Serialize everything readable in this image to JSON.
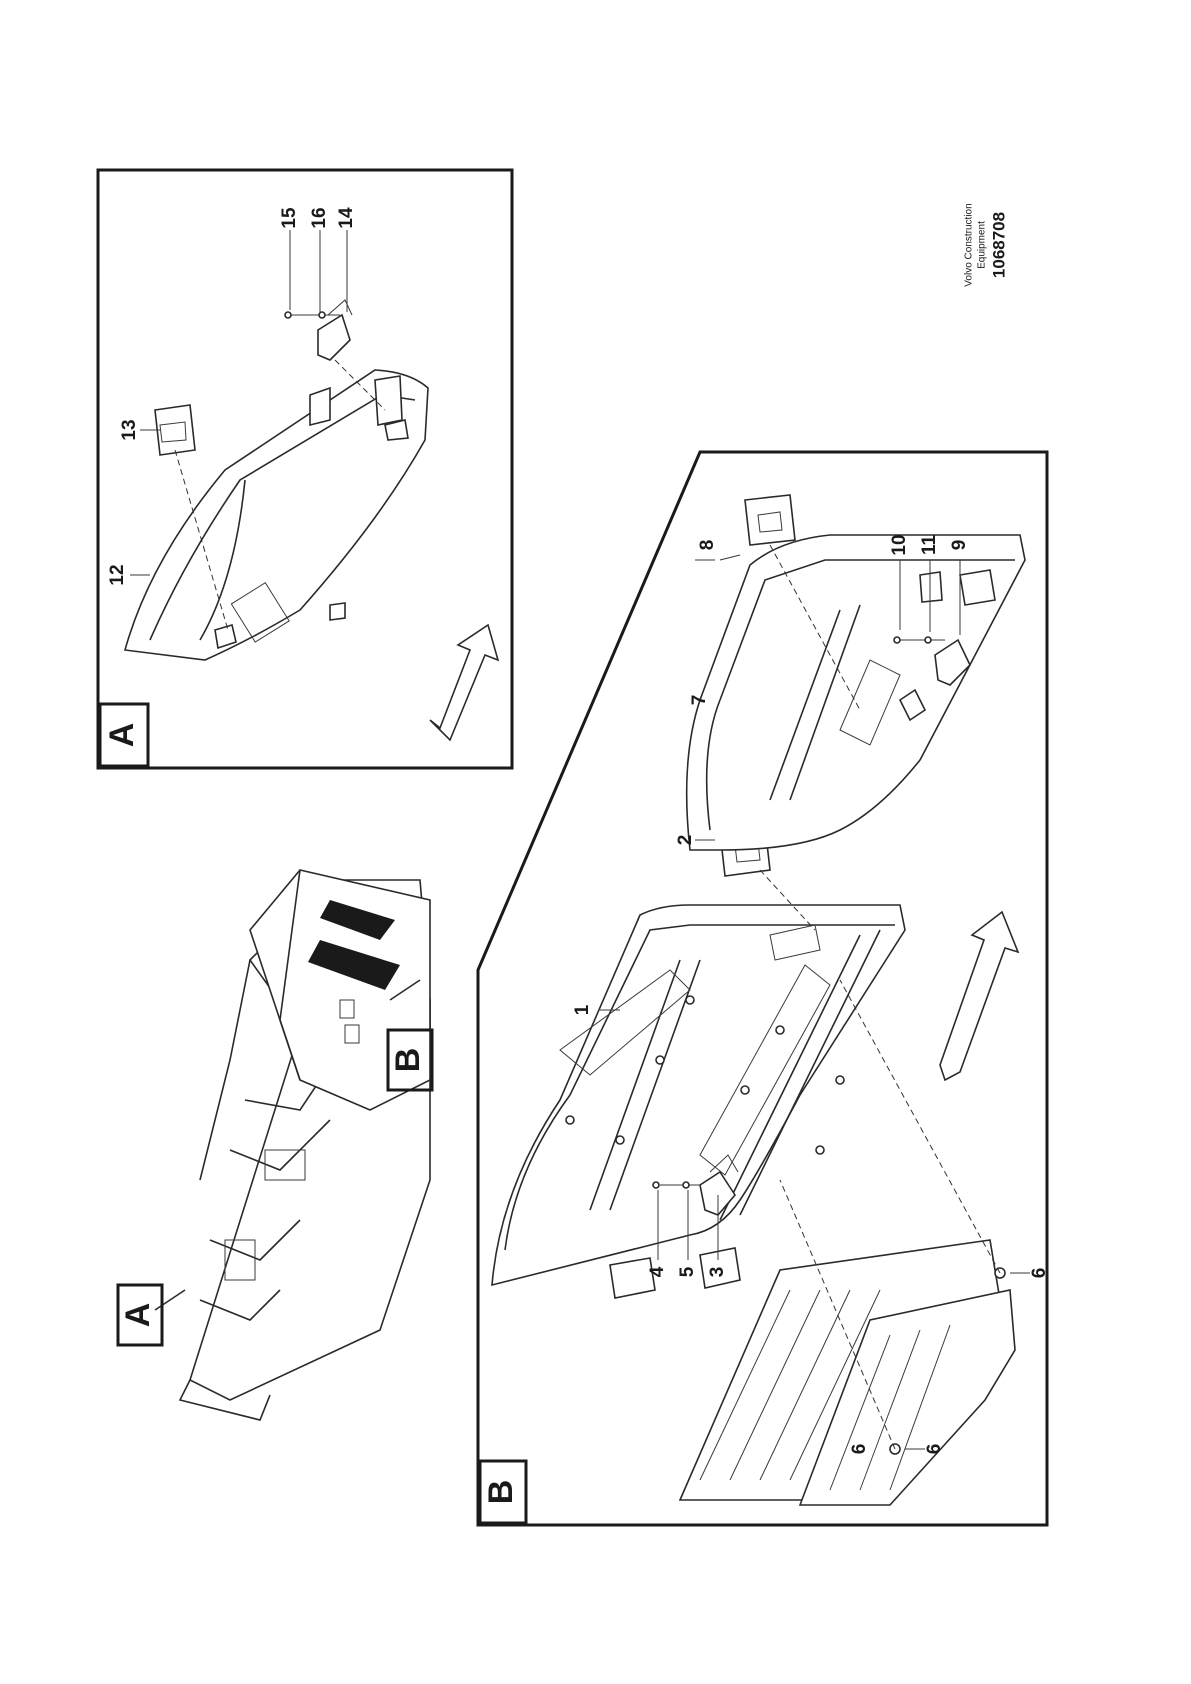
{
  "views": {
    "a": {
      "letter": "A"
    },
    "b": {
      "letter": "B"
    }
  },
  "overview": {
    "label_a": "A",
    "label_b": "B"
  },
  "callouts_a": [
    "12",
    "13",
    "14",
    "15",
    "16"
  ],
  "callouts_b": [
    "1",
    "2",
    "3",
    "4",
    "5",
    "6",
    "6",
    "6",
    "7",
    "8",
    "9",
    "10",
    "11"
  ],
  "brand": {
    "line1": "Volvo Construction",
    "line2": "Equipment",
    "code": "1068708"
  },
  "colors": {
    "ink": "#1a1a1a",
    "paper": "#ffffff",
    "shade": "#3a3a3a"
  }
}
